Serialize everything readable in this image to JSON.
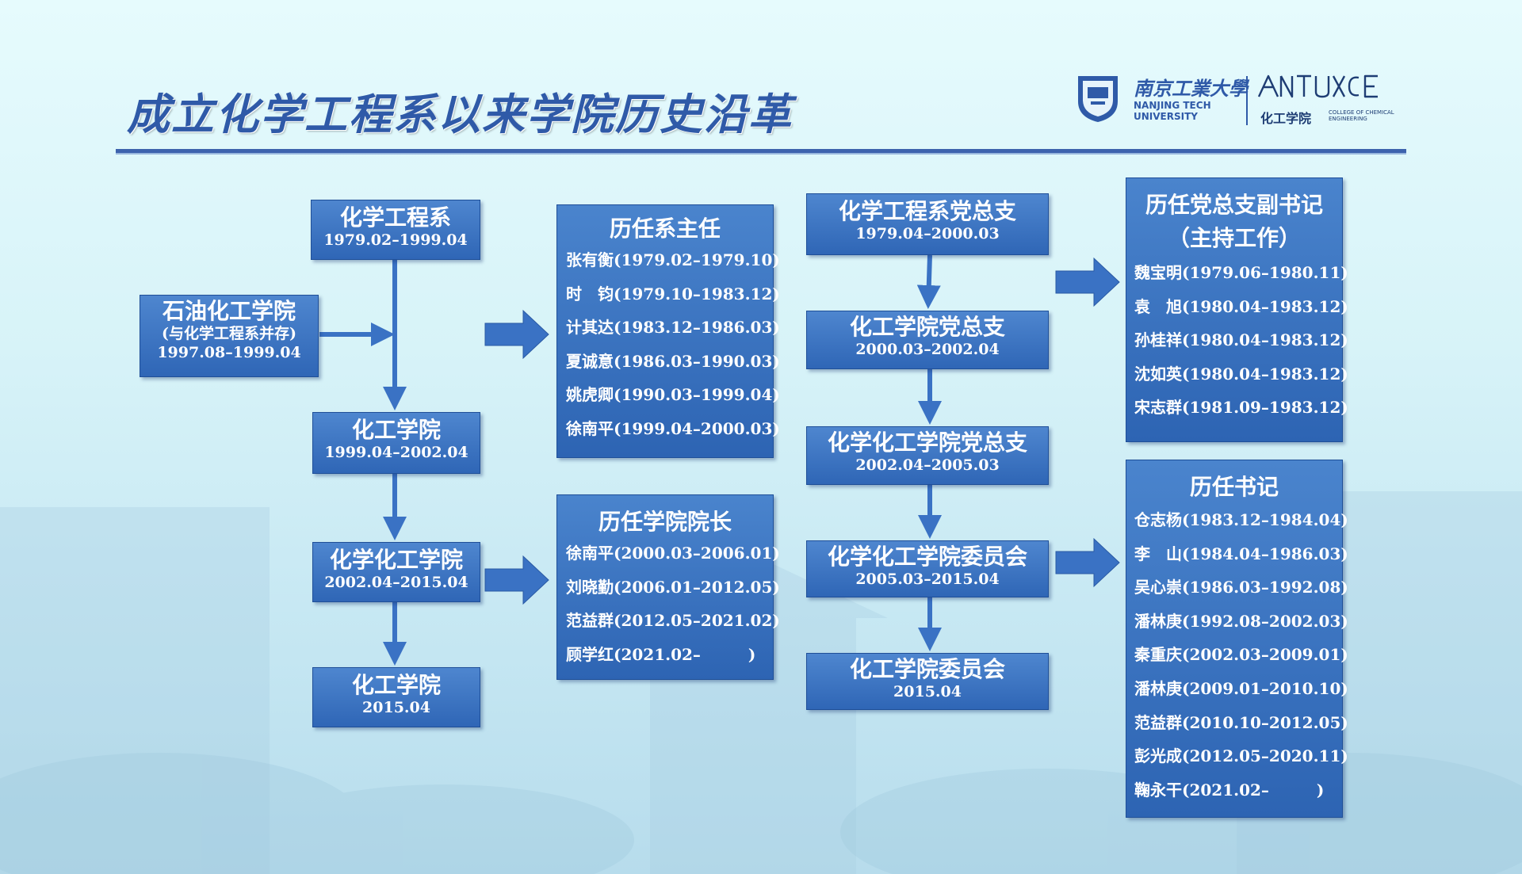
{
  "title": "成立化学工程系以来学院历史沿革",
  "logo": {
    "university_cn": "南京工業大學",
    "university_en_line1": "NANJING TECH",
    "university_en_line2": "UNIVERSITY",
    "college_cn": "化工学院",
    "college_en_line1": "COLLEGE OF CHEMICAL",
    "college_en_line2": "ENGINEERING"
  },
  "lineage": [
    {
      "name": "化学工程系",
      "period": "1979.02–1999.04"
    },
    {
      "name": "石油化工学院",
      "note": "(与化学工程系并存)",
      "period": "1997.08–1999.04"
    },
    {
      "name": "化工学院",
      "period": "1999.04–2002.04"
    },
    {
      "name": "化学化工学院",
      "period": "2002.04–2015.04"
    },
    {
      "name": "化工学院",
      "period": "2015.04"
    }
  ],
  "department_heads": {
    "heading": "历任系主任",
    "items": [
      "张有衡(1979.02–1979.10)",
      "时　钧(1979.10–1983.12)",
      "计其达(1983.12–1986.03)",
      "夏诚意(1986.03–1990.03)",
      "姚虎卿(1990.03–1999.04)",
      "徐南平(1999.04–2000.03)"
    ]
  },
  "deans": {
    "heading": "历任学院院长",
    "items": [
      "徐南平(2000.03–2006.01)",
      "刘晓勤(2006.01–2012.05)",
      "范益群(2012.05–2021.02)",
      "顾学红(2021.02–　　　)"
    ]
  },
  "party_lineage": [
    {
      "name": "化学工程系党总支",
      "period": "1979.04–2000.03"
    },
    {
      "name": "化工学院党总支",
      "period": "2000.03–2002.04"
    },
    {
      "name": "化学化工学院党总支",
      "period": "2002.04–2005.03"
    },
    {
      "name": "化学化工学院委员会",
      "period": "2005.03–2015.04"
    },
    {
      "name": "化工学院委员会",
      "period": "2015.04"
    }
  ],
  "deputy_secretaries": {
    "heading_line1": "历任党总支副书记",
    "heading_line2": "（主持工作）",
    "items": [
      "魏宝明(1979.06–1980.11)",
      "袁　旭(1980.04–1983.12)",
      "孙桂祥(1980.04–1983.12)",
      "沈如英(1980.04–1983.12)",
      "宋志群(1981.09–1983.12)"
    ]
  },
  "secretaries": {
    "heading": "历任书记",
    "items": [
      "仓志杨(1983.12–1984.04)",
      "李　山(1984.04–1986.03)",
      "吴心崇(1986.03–1992.08)",
      "潘林庚(1992.08–2002.03)",
      "秦重庆(2002.03–2009.01)",
      "潘林庚(2009.01–2010.10)",
      "范益群(2010.10–2012.05)",
      "彭光成(2012.05–2020.11)",
      "鞠永干(2021.02–　　　)"
    ]
  },
  "colors": {
    "box_top": "#4e86cf",
    "box_bottom": "#2f66b6",
    "arrow": "#3a72c4",
    "title": "#2f5aa8"
  }
}
